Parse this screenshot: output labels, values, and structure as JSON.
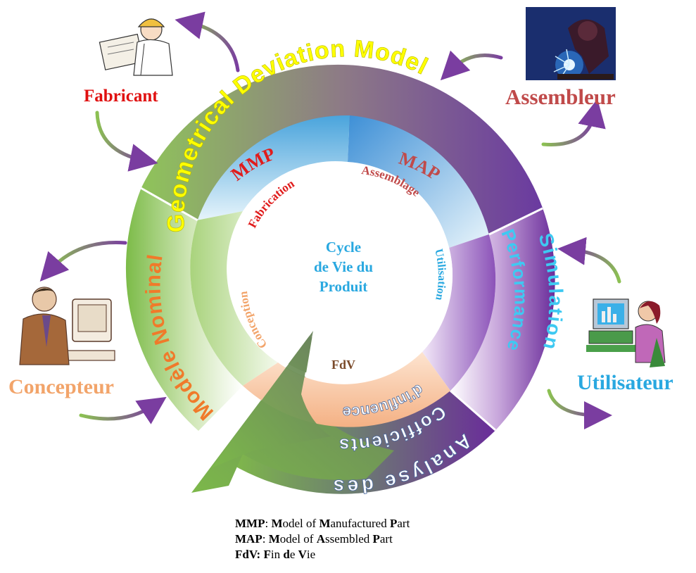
{
  "ring_outer": {
    "top_title": "Geometrical Deviation Model",
    "left_title": "Modèle Nominal",
    "right_title_1": "Simulation",
    "right_title_2": "Performance",
    "bottom_title_1": "Analyse des",
    "bottom_title_2": "Cofficients",
    "bottom_title_3": "d'influence"
  },
  "ring_middle": {
    "mmp": "MMP",
    "map": "MAP",
    "fdv": "FdV"
  },
  "ring_inner": {
    "fabrication": "Fabrication",
    "assemblage": "Assemblage",
    "conception": "Conception",
    "utilisation": "Utilisation"
  },
  "center": {
    "line1": "Cycle",
    "line2": "de Vie du",
    "line3": "Produit"
  },
  "actors": {
    "fabricant": "Fabricant",
    "assembleur": "Assembleur",
    "concepteur": "Concepteur",
    "utilisateur": "Utilisateur"
  },
  "legend": [
    {
      "abbr": "MMP",
      "sep": ": ",
      "parts": [
        [
          "M",
          "odel of "
        ],
        [
          "M",
          "anufactured "
        ],
        [
          "P",
          "art"
        ]
      ]
    },
    {
      "abbr": "MAP",
      "sep": ": ",
      "parts": [
        [
          "M",
          "odel of "
        ],
        [
          "A",
          "ssembled "
        ],
        [
          "P",
          "art"
        ]
      ]
    },
    {
      "abbr": "FdV:",
      "sep": " ",
      "parts": [
        [
          "F",
          "in "
        ],
        [
          "d",
          "e "
        ],
        [
          "V",
          "ie"
        ]
      ]
    }
  ],
  "colors": {
    "green": "#79b548",
    "purple": "#7a3da0",
    "blue": "#3a9ad9",
    "peach": "#f6b98c",
    "yellow": "#ffff00",
    "orange": "#f07a2a",
    "cyan": "#3ec9f2",
    "fabricant_red": "#e01010",
    "assembleur_red": "#c04a4a",
    "concepteur_orange": "#f2a46a",
    "utilisateur_blue": "#29a8e0",
    "center_blue": "#29a8e0"
  }
}
